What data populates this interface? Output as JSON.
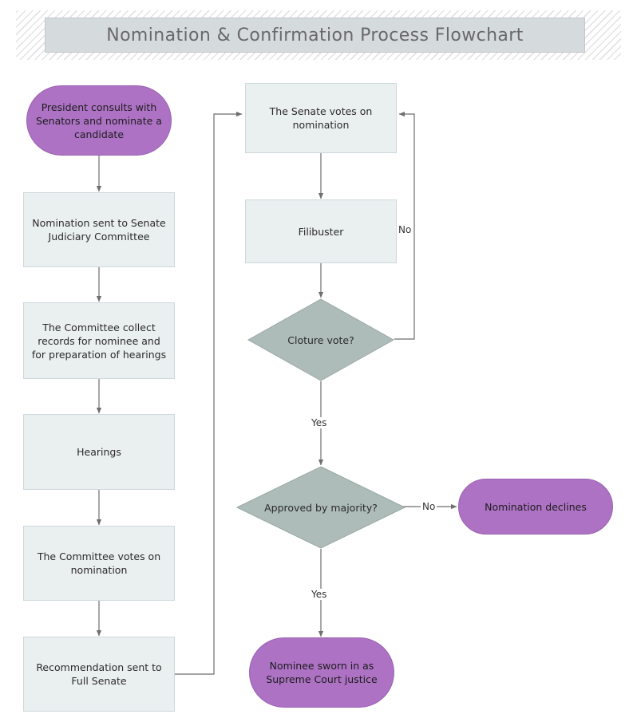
{
  "header": {
    "title": "Nomination & Confirmation Process Flowchart"
  },
  "colors": {
    "terminator_fill": "#ad72c4",
    "process_fill": "#eaeff0",
    "decision_fill": "#adbbb9",
    "connector": "#6e6e6e",
    "title_box_fill": "#d5dadd",
    "title_text": "#69696c"
  },
  "diagram": {
    "type": "flowchart",
    "nodes": [
      {
        "id": "start",
        "shape": "terminator",
        "label": "President consults with Senators and nominate a candidate"
      },
      {
        "id": "sent_judiciary",
        "shape": "process",
        "label": "Nomination sent to Senate Judiciary Committee"
      },
      {
        "id": "collect",
        "shape": "process",
        "label": "The Committee collect records for nominee and for preparation of hearings"
      },
      {
        "id": "hearings",
        "shape": "process",
        "label": "Hearings"
      },
      {
        "id": "cmte_votes",
        "shape": "process",
        "label": "The Committee votes on nomination"
      },
      {
        "id": "recommendation",
        "shape": "process",
        "label": "Recommendation sent to Full Senate"
      },
      {
        "id": "senate_votes",
        "shape": "process",
        "label": "The Senate votes on nomination"
      },
      {
        "id": "filibuster",
        "shape": "process",
        "label": "Filibuster"
      },
      {
        "id": "cloture",
        "shape": "decision",
        "label": "Cloture vote?"
      },
      {
        "id": "majority",
        "shape": "decision",
        "label": "Approved by majority?"
      },
      {
        "id": "declines",
        "shape": "terminator",
        "label": "Nomination declines"
      },
      {
        "id": "sworn_in",
        "shape": "terminator",
        "label": "Nominee sworn in as Supreme Court justice"
      }
    ],
    "edges": [
      {
        "from": "start",
        "to": "sent_judiciary",
        "label": ""
      },
      {
        "from": "sent_judiciary",
        "to": "collect",
        "label": ""
      },
      {
        "from": "collect",
        "to": "hearings",
        "label": ""
      },
      {
        "from": "hearings",
        "to": "cmte_votes",
        "label": ""
      },
      {
        "from": "cmte_votes",
        "to": "recommendation",
        "label": ""
      },
      {
        "from": "recommendation",
        "to": "senate_votes",
        "label": ""
      },
      {
        "from": "senate_votes",
        "to": "filibuster",
        "label": ""
      },
      {
        "from": "filibuster",
        "to": "cloture",
        "label": ""
      },
      {
        "from": "cloture",
        "to": "senate_votes",
        "label": "No"
      },
      {
        "from": "cloture",
        "to": "majority",
        "label": "Yes"
      },
      {
        "from": "majority",
        "to": "declines",
        "label": "No"
      },
      {
        "from": "majority",
        "to": "sworn_in",
        "label": "Yes"
      }
    ],
    "edge_labels": {
      "cloture_no": "No",
      "cloture_yes": "Yes",
      "majority_no": "No",
      "majority_yes": "Yes"
    }
  }
}
